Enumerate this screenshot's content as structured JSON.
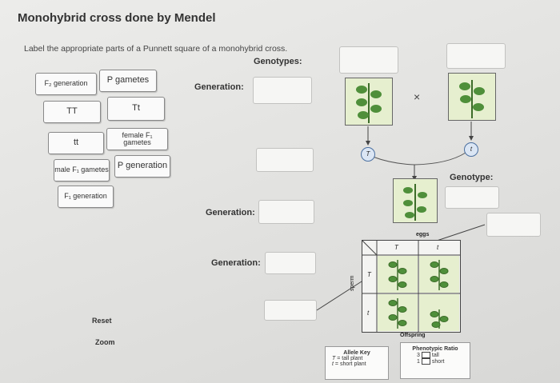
{
  "title": "Monohybrid cross done by Mendel",
  "instruction": "Label the appropriate parts of a Punnett square of a monohybrid cross.",
  "labels": {
    "genotypes": "Genotypes:",
    "generation": "Generation:",
    "genotype": "Genotype:",
    "eggs": "eggs",
    "sperm": "sperm",
    "offspring": "Offspring",
    "cross": "×"
  },
  "chips": [
    {
      "id": "f2-generation",
      "text": "F₂ generation"
    },
    {
      "id": "p-gametes",
      "text": "P gametes"
    },
    {
      "id": "TT",
      "text": "TT"
    },
    {
      "id": "Tt",
      "text": "Tt"
    },
    {
      "id": "tt",
      "text": "tt"
    },
    {
      "id": "female-f1-gametes",
      "text": "female F₁ gametes"
    },
    {
      "id": "male-f1-gametes",
      "text": "male F₁ gametes"
    },
    {
      "id": "p-generation",
      "text": "P generation"
    },
    {
      "id": "f1-generation",
      "text": "F₁ generation"
    }
  ],
  "alleles": {
    "parent_left": "T",
    "parent_right": "t",
    "egg_1": "T",
    "egg_2": "t",
    "sperm_1": "T",
    "sperm_2": "t"
  },
  "buttons": {
    "reset": "Reset",
    "zoom": "Zoom"
  },
  "allele_key": {
    "title": "Allele Key",
    "rows": [
      {
        "sym": "T",
        "desc": "tall plant"
      },
      {
        "sym": "t",
        "desc": "short plant"
      }
    ]
  },
  "phenotypic_ratio": {
    "title": "Phenotypic Ratio",
    "rows": [
      {
        "count": "3",
        "desc": "tall"
      },
      {
        "count": "1",
        "desc": "short"
      }
    ]
  },
  "colors": {
    "plant": "#4f8f3a",
    "plant_bg": "#e6efcf",
    "chip_border": "#888888"
  }
}
